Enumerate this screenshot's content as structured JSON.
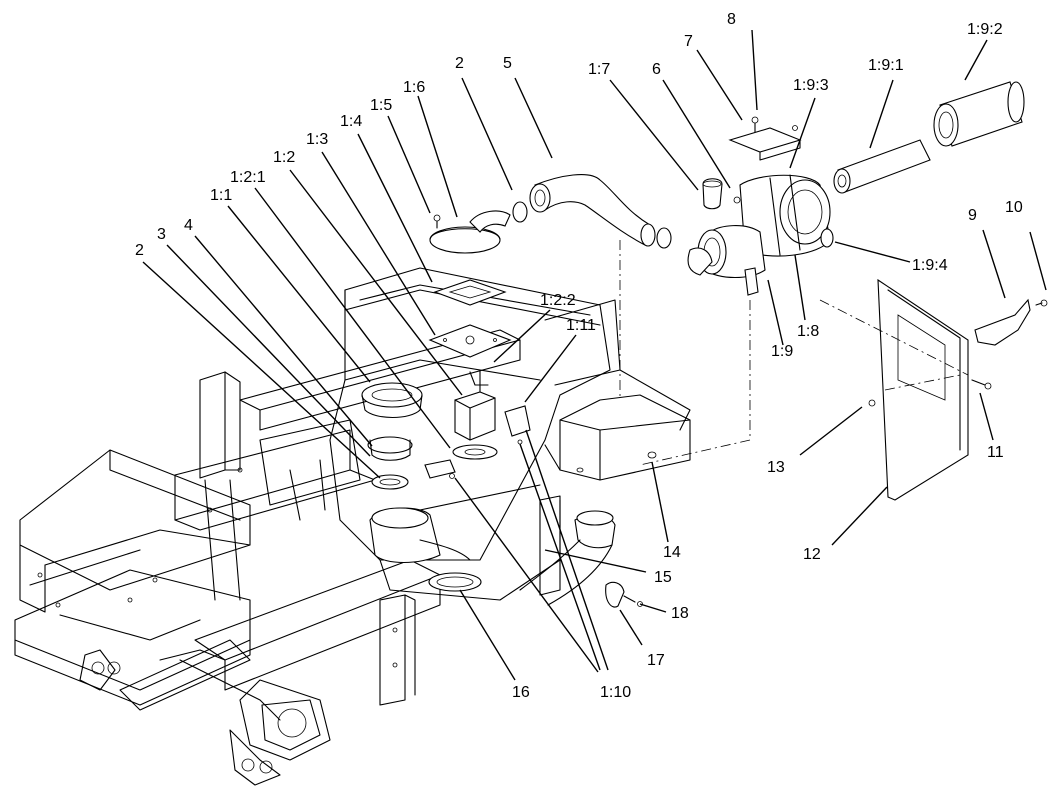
{
  "callouts": [
    {
      "id": "8",
      "text": "8"
    },
    {
      "id": "1:9:2",
      "text": "1:9:2"
    },
    {
      "id": "7",
      "text": "7"
    },
    {
      "id": "2a",
      "text": "2"
    },
    {
      "id": "5",
      "text": "5"
    },
    {
      "id": "1:7",
      "text": "1:7"
    },
    {
      "id": "6",
      "text": "6"
    },
    {
      "id": "1:9:1",
      "text": "1:9:1"
    },
    {
      "id": "1:6",
      "text": "1:6"
    },
    {
      "id": "1:9:3",
      "text": "1:9:3"
    },
    {
      "id": "1:5",
      "text": "1:5"
    },
    {
      "id": "1:4",
      "text": "1:4"
    },
    {
      "id": "1:3",
      "text": "1:3"
    },
    {
      "id": "1:2",
      "text": "1:2"
    },
    {
      "id": "1:2:1",
      "text": "1:2:1"
    },
    {
      "id": "1:1",
      "text": "1:1"
    },
    {
      "id": "4",
      "text": "4"
    },
    {
      "id": "3",
      "text": "3"
    },
    {
      "id": "2b",
      "text": "2"
    },
    {
      "id": "9",
      "text": "9"
    },
    {
      "id": "10",
      "text": "10"
    },
    {
      "id": "1:9:4",
      "text": "1:9:4"
    },
    {
      "id": "1:2:2",
      "text": "1:2:2"
    },
    {
      "id": "1:11",
      "text": "1:11"
    },
    {
      "id": "1:8",
      "text": "1:8"
    },
    {
      "id": "1:9",
      "text": "1:9"
    },
    {
      "id": "13",
      "text": "13"
    },
    {
      "id": "11",
      "text": "11"
    },
    {
      "id": "14",
      "text": "14"
    },
    {
      "id": "12",
      "text": "12"
    },
    {
      "id": "15",
      "text": "15"
    },
    {
      "id": "18",
      "text": "18"
    },
    {
      "id": "17",
      "text": "17"
    },
    {
      "id": "16",
      "text": "16"
    },
    {
      "id": "1:10",
      "text": "1:10"
    }
  ]
}
